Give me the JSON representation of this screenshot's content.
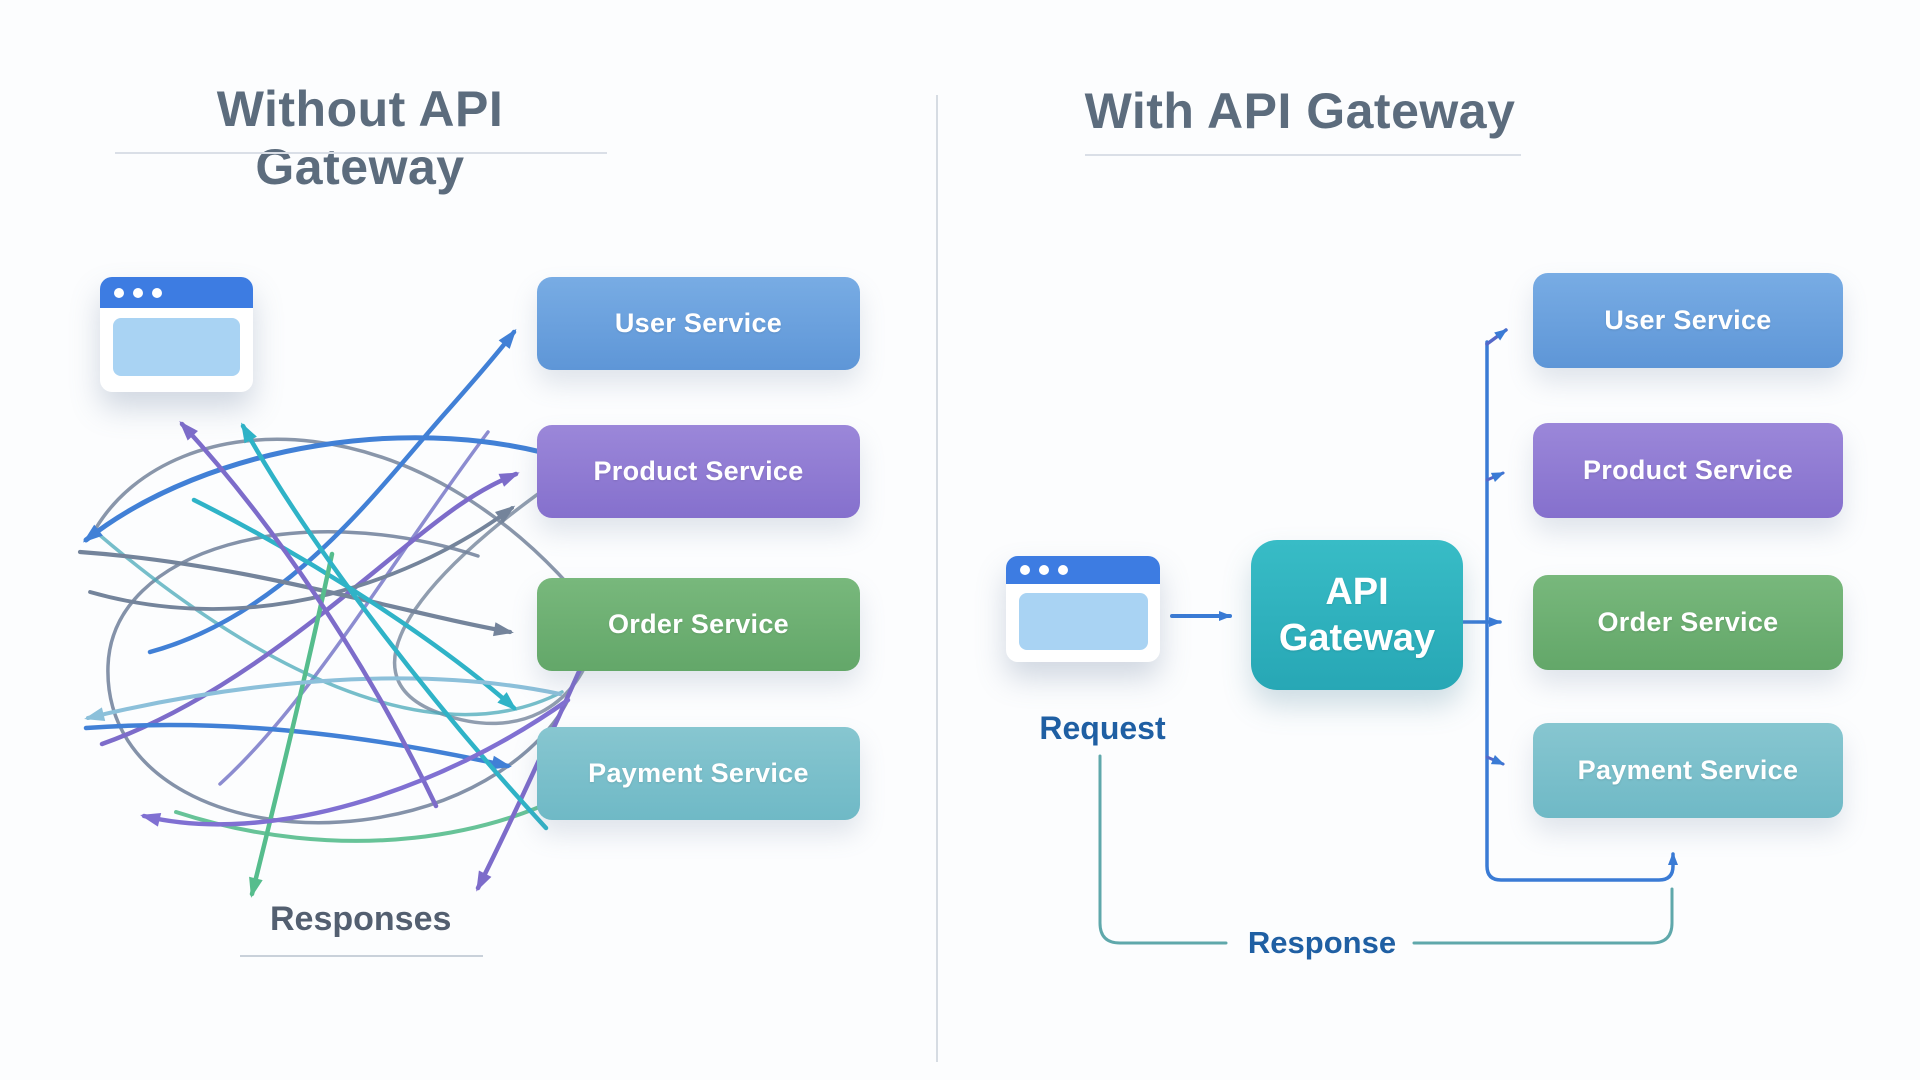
{
  "left_panel": {
    "title": "Without API Gateway",
    "services": [
      {
        "id": "user",
        "label": "User Service"
      },
      {
        "id": "product",
        "label": "Product Service"
      },
      {
        "id": "order",
        "label": "Order Service"
      },
      {
        "id": "payment",
        "label": "Payment Service"
      }
    ],
    "responses_label": "Responses"
  },
  "right_panel": {
    "title": "With API Gateway",
    "request_label": "Request",
    "response_label": "Response",
    "gateway": {
      "line1": "API",
      "line2": "Gateway"
    },
    "services": [
      {
        "id": "user",
        "label": "User Service"
      },
      {
        "id": "product",
        "label": "Product Service"
      },
      {
        "id": "order",
        "label": "Order Service"
      },
      {
        "id": "payment",
        "label": "Payment Service"
      }
    ]
  },
  "colors": {
    "background": "#fcfdfe",
    "divider": "#d6dce3",
    "title_text": "#5c6c7d",
    "responses_text": "#535f70",
    "request_response_text": "#1f5fa3",
    "service_user": "#6aa3dd",
    "service_product": "#8f7bd2",
    "service_order": "#6db173",
    "service_payment": "#7fc2cd",
    "api_gateway": "#2fb3c0",
    "browser_titlebar": "#3d7ce2",
    "browser_content": "#a9d3f3",
    "arrow_blue": "#4180d6",
    "arrow_purple": "#7d6cca",
    "arrow_violet": "#8070d2",
    "arrow_slate": "#74849b",
    "arrow_teal": "#2fb3c7",
    "arrow_green": "#56bd8d",
    "arrow_pale_blue": "#8cc0da",
    "response_line": "#5fa8ab"
  }
}
